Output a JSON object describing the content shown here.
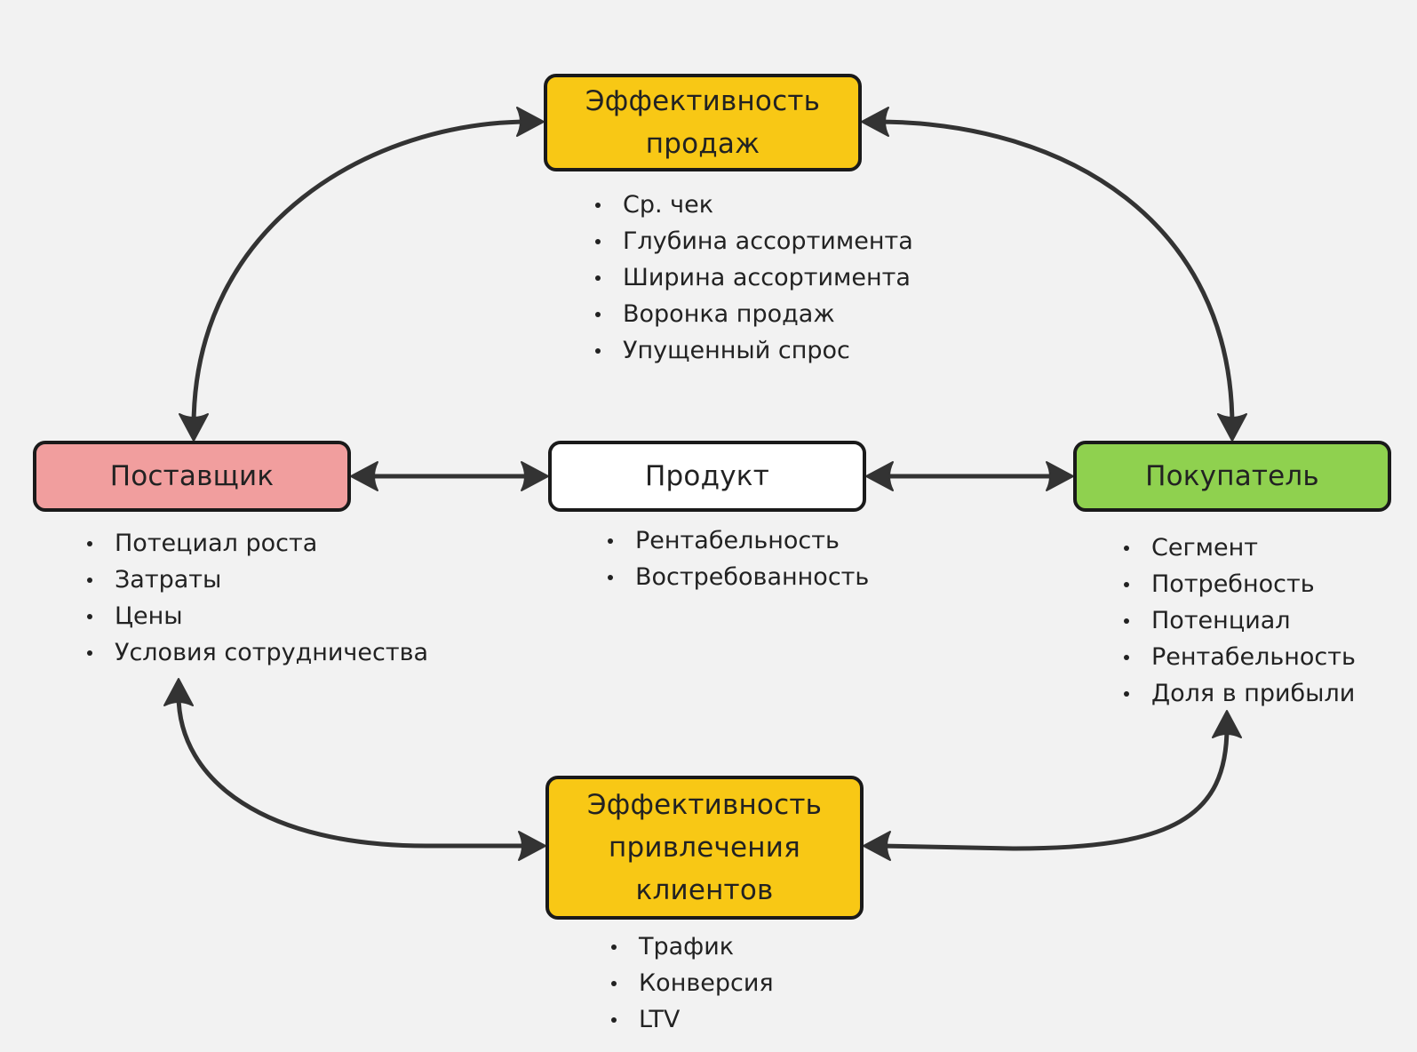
{
  "diagram": {
    "type": "relationship-map",
    "colors": {
      "background": "#f2f2f2",
      "node_border": "#1a1a1a",
      "connector": "#333333",
      "text": "#222222"
    },
    "nodes": {
      "sales": {
        "label_lines": [
          "Эффективность",
          "продаж"
        ],
        "fill": "#f8c815",
        "items": [
          "Ср. чек",
          "Глубина ассортимента",
          "Ширина ассортимента",
          "Воронка продаж",
          "Упущенный спрос"
        ]
      },
      "supplier": {
        "label_lines": [
          "Поставщик"
        ],
        "fill": "#f19e9e",
        "items": [
          "Потециал роста",
          "Затраты",
          "Цены",
          "Условия сотрудничества"
        ]
      },
      "product": {
        "label_lines": [
          "Продукт"
        ],
        "fill": "#ffffff",
        "items": [
          "Рентабельность",
          "Востребованность"
        ]
      },
      "buyer": {
        "label_lines": [
          "Покупатель"
        ],
        "fill": "#8fd14f",
        "items": [
          "Сегмент",
          "Потребность",
          "Потенциал",
          "Рентабельность",
          "Доля в прибыли"
        ]
      },
      "acquisition": {
        "label_lines": [
          "Эффективность",
          "привлечения",
          "клиентов"
        ],
        "fill": "#f8c815",
        "items": [
          "Трафик",
          "Конверсия",
          "LTV"
        ]
      }
    },
    "connections": [
      {
        "id": "sales-supplier",
        "from": "Эффективность продаж",
        "to": "Поставщик",
        "direction": "both"
      },
      {
        "id": "sales-buyer",
        "from": "Эффективность продаж",
        "to": "Покупатель",
        "direction": "both"
      },
      {
        "id": "supplier-product",
        "from": "Поставщик",
        "to": "Продукт",
        "direction": "both"
      },
      {
        "id": "product-buyer",
        "from": "Продукт",
        "to": "Покупатель",
        "direction": "both"
      },
      {
        "id": "supplier-acquisition",
        "from": "Поставщик",
        "to": "Эффективность привлечения клиентов",
        "direction": "both"
      },
      {
        "id": "buyer-acquisition",
        "from": "Покупатель",
        "to": "Эффективность привлечения клиентов",
        "direction": "both"
      }
    ]
  }
}
